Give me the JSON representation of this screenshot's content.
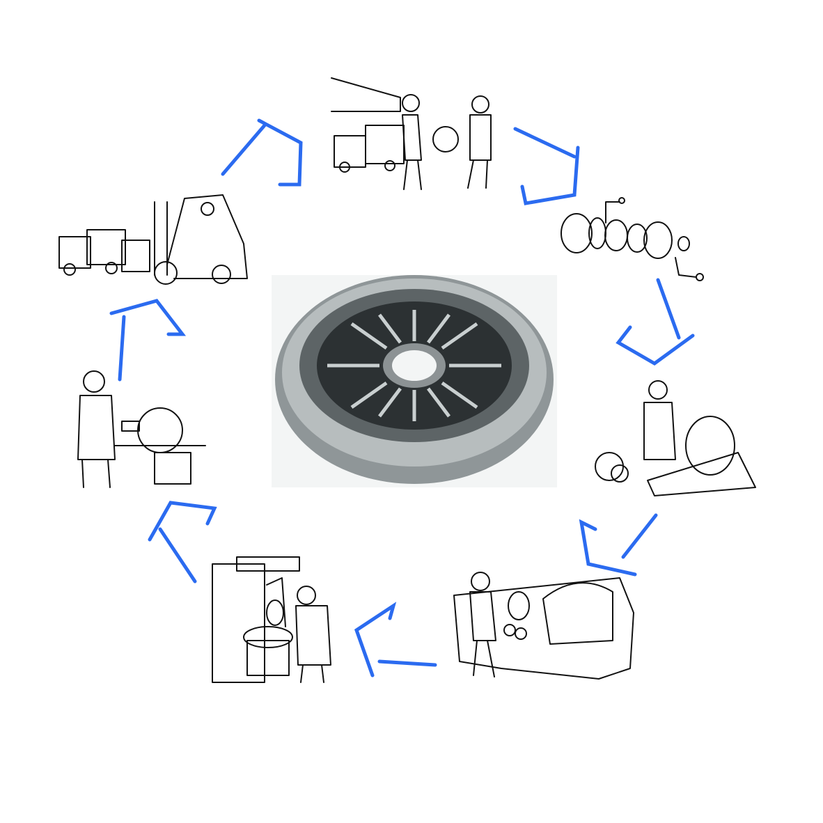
{
  "diagram": {
    "type": "cycle",
    "arrow_color": "#2b6bf0",
    "center": {
      "icon": "clutch-pressure-plate-photo"
    },
    "stages": [
      {
        "icon": "handover-delivery-illustration"
      },
      {
        "icon": "disassembly-exploded-parts-illustration"
      },
      {
        "icon": "inspection-illustration"
      },
      {
        "icon": "machining-illustration"
      },
      {
        "icon": "assembly-balancing-illustration"
      },
      {
        "icon": "testing-illustration"
      },
      {
        "icon": "forklift-shipping-illustration"
      }
    ]
  }
}
